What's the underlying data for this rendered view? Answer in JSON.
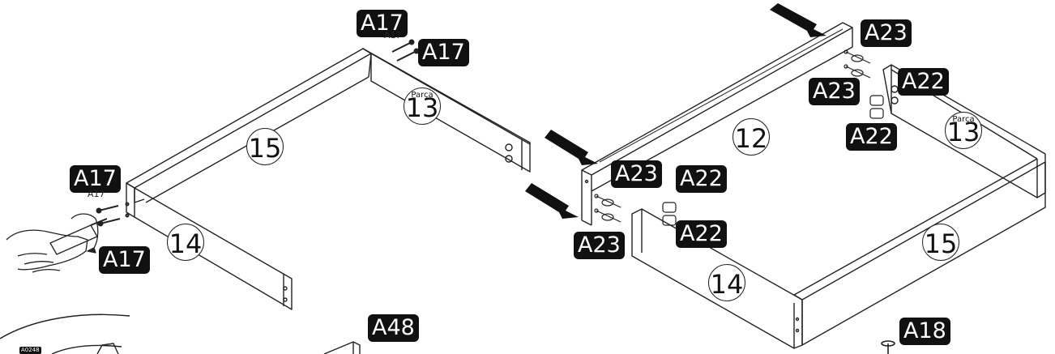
{
  "labels": {
    "a17": "A17",
    "a22": "A22",
    "a23": "A23",
    "a48": "A48",
    "a18": "A18",
    "a248": "A0248"
  },
  "parts": {
    "p13": "13",
    "p14": "14",
    "p15": "15",
    "p12": "12",
    "prefix": "Parça"
  },
  "colors": {
    "line": "#222222",
    "tag_bg": "#111111",
    "tag_text": "#ffffff"
  }
}
